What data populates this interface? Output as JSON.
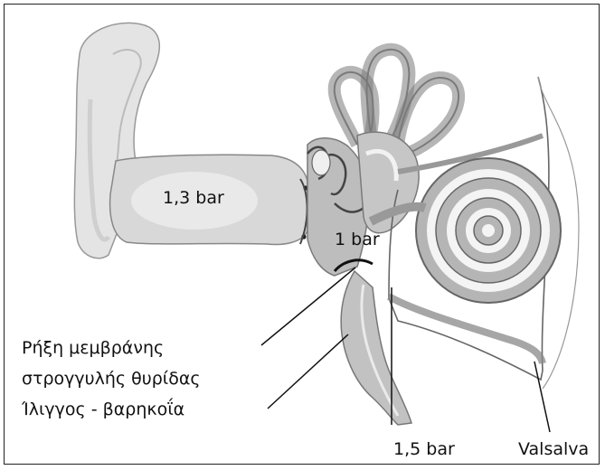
{
  "labels": {
    "outer_pressure": "1,3 bar",
    "middle_pressure": "1 bar",
    "inner_pressure": "1,5 bar",
    "valsalva": "Valsalva",
    "callout_line1": "Ρήξη μεμβράνης",
    "callout_line2": "στρογγυλής θυρίδας",
    "callout_line3": "Ίλιγγος - βαρηκοΐα"
  }
}
